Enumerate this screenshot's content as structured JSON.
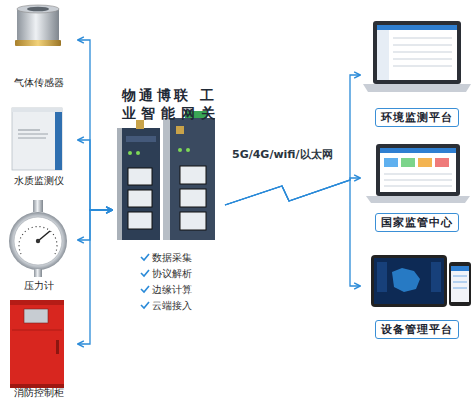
{
  "diagram": {
    "nodes": [
      {
        "text": [
          "气体传感器"
        ]
      },
      {
        "text": [
          "水质监测仪"
        ]
      },
      {
        "text": [
          "压力计"
        ]
      },
      {
        "text": [
          "消防控制柜"
        ]
      },
      {
        "text": [
          "物通博联 工业智能网关"
        ]
      },
      {
        "text": [
          "环境监测平台"
        ]
      },
      {
        "text": [
          "国家监管中心"
        ]
      },
      {
        "text": [
          "设备管理平台"
        ]
      }
    ],
    "edges": [
      {
        "from": 4,
        "to": 0,
        "arrow": "both"
      },
      {
        "from": 4,
        "to": 1,
        "arrow": "both"
      },
      {
        "from": 4,
        "to": 2,
        "arrow": "both"
      },
      {
        "from": 4,
        "to": 3,
        "arrow": "both"
      },
      {
        "from": 4,
        "to": 5,
        "arrow": "to"
      },
      {
        "from": 4,
        "to": 6,
        "arrow": "to"
      },
      {
        "from": 4,
        "to": 7,
        "arrow": "to"
      }
    ],
    "labels": [
      "数据采集",
      "协议解析",
      "边缘计算",
      "云端接入",
      "5G/4G/wifi/以太网"
    ]
  }
}
